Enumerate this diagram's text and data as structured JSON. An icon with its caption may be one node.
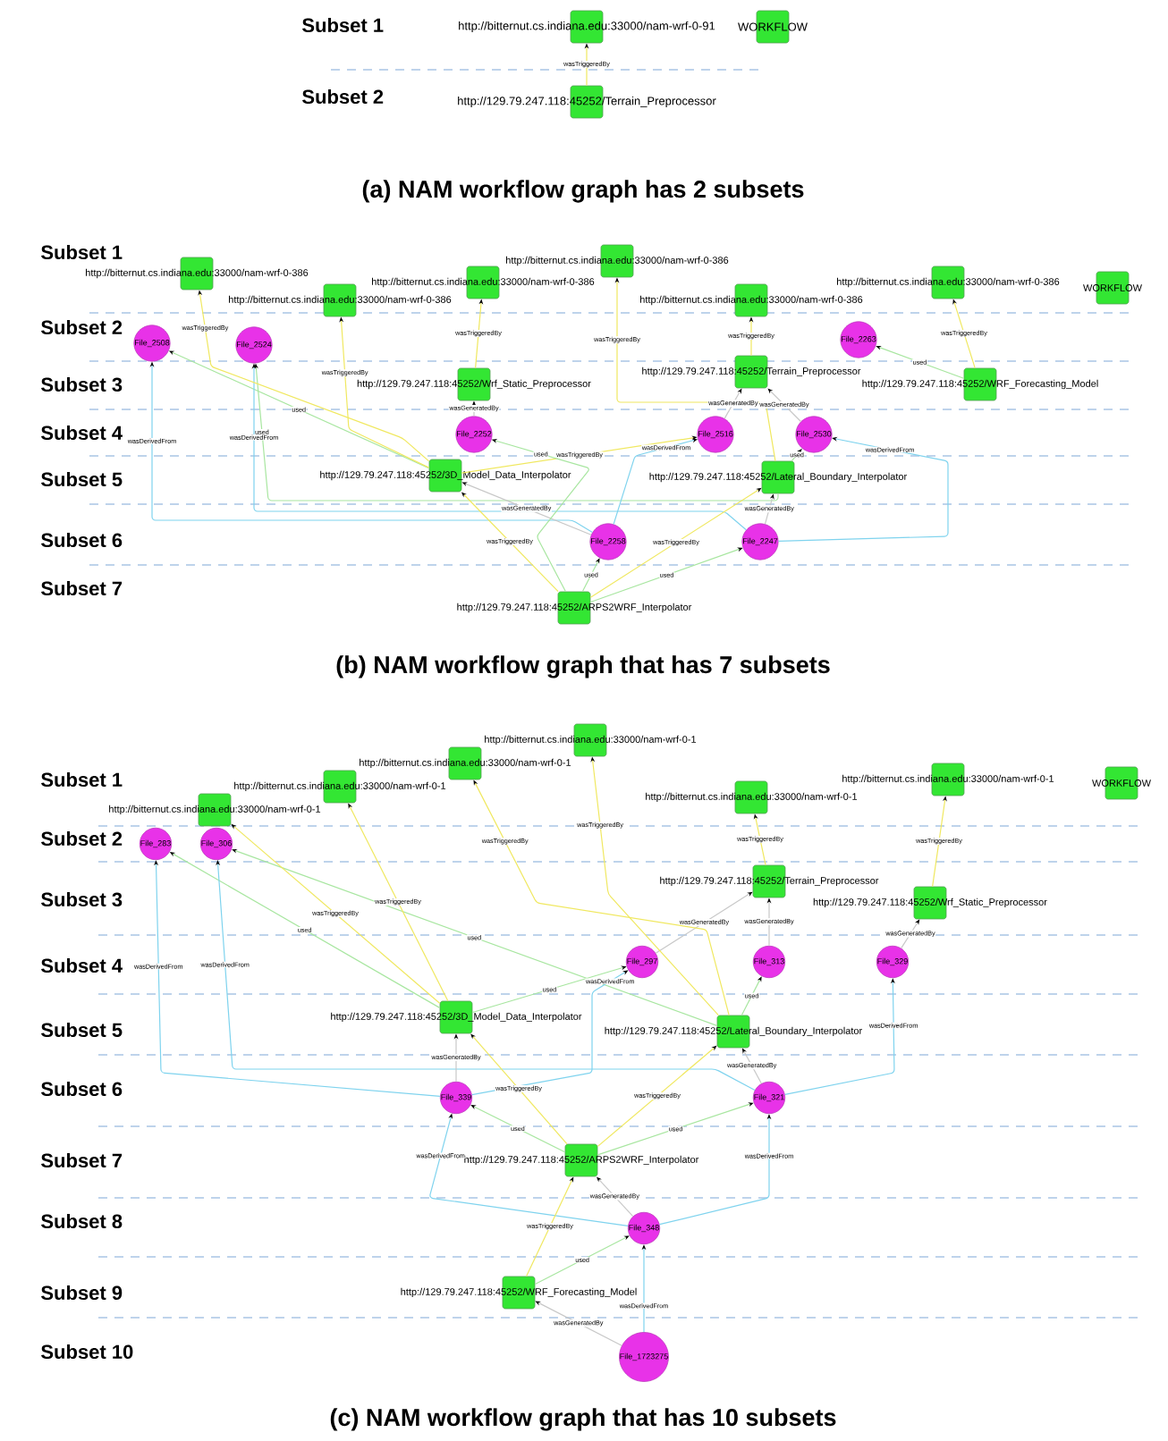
{
  "diagram": {
    "nodes": [
      {
        "text": [
          "http://bitternut.cs.indiana.edu:33000/nam-wrf-0-91"
        ]
      },
      {
        "text": [
          "WORKFLOW"
        ]
      },
      {
        "text": [
          "http://129.79.247.118:45252/Terrain_Preprocessor"
        ]
      },
      {
        "text": [
          "http://bitternut.cs.indiana.edu:33000/nam-wrf-0-386"
        ]
      },
      {
        "text": [
          "http://bitternut.cs.indiana.edu:33000/nam-wrf-0-386"
        ]
      },
      {
        "text": [
          "http://bitternut.cs.indiana.edu:33000/nam-wrf-0-386"
        ]
      },
      {
        "text": [
          "http://bitternut.cs.indiana.edu:33000/nam-wrf-0-386"
        ]
      },
      {
        "text": [
          "http://bitternut.cs.indiana.edu:33000/nam-wrf-0-386"
        ]
      },
      {
        "text": [
          "http://bitternut.cs.indiana.edu:33000/nam-wrf-0-386"
        ]
      },
      {
        "text": [
          "WORKFLOW"
        ]
      },
      {
        "text": [
          "File_2508"
        ]
      },
      {
        "text": [
          "File_2524"
        ]
      },
      {
        "text": [
          "File_2263"
        ]
      },
      {
        "text": [
          "http://129.79.247.118:45252/Wrf_Static_Preprocessor"
        ]
      },
      {
        "text": [
          "http://129.79.247.118:45252/Terrain_Preprocessor"
        ]
      },
      {
        "text": [
          "http://129.79.247.118:45252/WRF_Forecasting_Model"
        ]
      },
      {
        "text": [
          "File_2252"
        ]
      },
      {
        "text": [
          "File_2516"
        ]
      },
      {
        "text": [
          "File_2530"
        ]
      },
      {
        "text": [
          "http://129.79.247.118:45252/3D_Model_Data_Interpolator"
        ]
      },
      {
        "text": [
          "http://129.79.247.118:45252/Lateral_Boundary_Interpolator"
        ]
      },
      {
        "text": [
          "File_2258"
        ]
      },
      {
        "text": [
          "File_2247"
        ]
      },
      {
        "text": [
          "http://129.79.247.118:45252/ARPS2WRF_Interpolator"
        ]
      },
      {
        "text": [
          "http://bitternut.cs.indiana.edu:33000/nam-wrf-0-1"
        ]
      },
      {
        "text": [
          "http://bitternut.cs.indiana.edu:33000/nam-wrf-0-1"
        ]
      },
      {
        "text": [
          "http://bitternut.cs.indiana.edu:33000/nam-wrf-0-1"
        ]
      },
      {
        "text": [
          "http://bitternut.cs.indiana.edu:33000/nam-wrf-0-1"
        ]
      },
      {
        "text": [
          "http://bitternut.cs.indiana.edu:33000/nam-wrf-0-1"
        ]
      },
      {
        "text": [
          "http://bitternut.cs.indiana.edu:33000/nam-wrf-0-1"
        ]
      },
      {
        "text": [
          "WORKFLOW"
        ]
      },
      {
        "text": [
          "File_283"
        ]
      },
      {
        "text": [
          "File_306"
        ]
      },
      {
        "text": [
          "http://129.79.247.118:45252/Terrain_Preprocessor"
        ]
      },
      {
        "text": [
          "http://129.79.247.118:45252/Wrf_Static_Preprocessor"
        ]
      },
      {
        "text": [
          "File_297"
        ]
      },
      {
        "text": [
          "File_313"
        ]
      },
      {
        "text": [
          "File_329"
        ]
      },
      {
        "text": [
          "http://129.79.247.118:45252/3D_Model_Data_Interpolator"
        ]
      },
      {
        "text": [
          "http://129.79.247.118:45252/Lateral_Boundary_Interpolator"
        ]
      },
      {
        "text": [
          "File_339"
        ]
      },
      {
        "text": [
          "File_321"
        ]
      },
      {
        "text": [
          "http://129.79.247.118:45252/ARPS2WRF_Interpolator"
        ]
      },
      {
        "text": [
          "File_348"
        ]
      },
      {
        "text": [
          "http://129.79.247.118:45252/WRF_Forecasting_Model"
        ]
      },
      {
        "text": [
          "File_1723275"
        ]
      }
    ],
    "edges": [
      {
        "from": 2,
        "to": 0,
        "arrow": "to",
        "label": "wasTriggeredBy",
        "color": "#f0e860"
      },
      {
        "from": 13,
        "to": 6,
        "arrow": "to",
        "label": "wasTriggeredBy",
        "color": "#f0e860"
      },
      {
        "from": 14,
        "to": 7,
        "arrow": "to",
        "label": "wasTriggeredBy",
        "color": "#f0e860"
      },
      {
        "from": 15,
        "to": 8,
        "arrow": "to",
        "label": "wasTriggeredBy",
        "color": "#f0e860"
      },
      {
        "from": 15,
        "to": 12,
        "arrow": "to",
        "label": "used",
        "color": "#a8e6a0"
      },
      {
        "from": 19,
        "to": 10,
        "arrow": "to",
        "label": "used",
        "color": "#a8e6a0"
      },
      {
        "from": 20,
        "to": 11,
        "arrow": "to",
        "label": "used",
        "color": "#a8e6a0"
      },
      {
        "from": 21,
        "to": 10,
        "arrow": "to",
        "label": "wasDerivedFrom",
        "color": "#7fd3ee"
      },
      {
        "from": 22,
        "to": 11,
        "arrow": "to",
        "label": "wasDerivedFrom",
        "color": "#7fd3ee"
      },
      {
        "from": 19,
        "to": 3,
        "arrow": "to",
        "label": "wasTriggeredBy",
        "color": "#f0e860"
      },
      {
        "from": 19,
        "to": 4,
        "arrow": "to",
        "label": "wasTriggeredBy",
        "color": "#f0e860"
      },
      {
        "from": 20,
        "to": 5,
        "arrow": "to",
        "label": "wasTriggeredBy",
        "color": "#f0e860"
      },
      {
        "from": 16,
        "to": 13,
        "arrow": "to",
        "label": "wasGeneratedBy",
        "color": "#c8c8c8"
      },
      {
        "from": 17,
        "to": 14,
        "arrow": "to",
        "label": "wasGeneratedBy",
        "color": "#c8c8c8"
      },
      {
        "from": 18,
        "to": 14,
        "arrow": "to",
        "label": "wasGeneratedBy",
        "color": "#c8c8c8"
      },
      {
        "from": 19,
        "to": 17,
        "arrow": "to",
        "label": "wasTriggeredBy",
        "color": "#f0e860"
      },
      {
        "from": 20,
        "to": 18,
        "arrow": "to",
        "label": "used",
        "color": "#a8e6a0"
      },
      {
        "from": 21,
        "to": 19,
        "arrow": "to",
        "label": "wasGeneratedBy",
        "color": "#c8c8c8"
      },
      {
        "from": 22,
        "to": 20,
        "arrow": "to",
        "label": "wasGeneratedBy",
        "color": "#c8c8c8"
      },
      {
        "from": 21,
        "to": 17,
        "arrow": "to",
        "label": "wasDerivedFrom",
        "color": "#7fd3ee"
      },
      {
        "from": 22,
        "to": 18,
        "arrow": "to",
        "label": "wasDerivedFrom",
        "color": "#7fd3ee"
      },
      {
        "from": 23,
        "to": 21,
        "arrow": "to",
        "label": "used",
        "color": "#a8e6a0"
      },
      {
        "from": 23,
        "to": 22,
        "arrow": "to",
        "label": "used",
        "color": "#a8e6a0"
      },
      {
        "from": 23,
        "to": 19,
        "arrow": "to",
        "label": "wasTriggeredBy",
        "color": "#f0e860"
      },
      {
        "from": 23,
        "to": 20,
        "arrow": "to",
        "label": "wasTriggeredBy",
        "color": "#f0e860"
      },
      {
        "from": 23,
        "to": 16,
        "arrow": "to",
        "label": "used",
        "color": "#a8e6a0"
      },
      {
        "from": 33,
        "to": 28,
        "arrow": "to",
        "label": "wasTriggeredBy",
        "color": "#f0e860"
      },
      {
        "from": 34,
        "to": 29,
        "arrow": "to",
        "label": "wasTriggeredBy",
        "color": "#f0e860"
      },
      {
        "from": 35,
        "to": 33,
        "arrow": "to",
        "label": "wasGeneratedBy",
        "color": "#c8c8c8"
      },
      {
        "from": 36,
        "to": 33,
        "arrow": "to",
        "label": "wasGeneratedBy",
        "color": "#c8c8c8"
      },
      {
        "from": 37,
        "to": 34,
        "arrow": "to",
        "label": "wasGeneratedBy",
        "color": "#c8c8c8"
      },
      {
        "from": 38,
        "to": 31,
        "arrow": "to",
        "label": "used",
        "color": "#a8e6a0"
      },
      {
        "from": 39,
        "to": 32,
        "arrow": "to",
        "label": "used",
        "color": "#a8e6a0"
      },
      {
        "from": 40,
        "to": 31,
        "arrow": "to",
        "label": "wasDerivedFrom",
        "color": "#7fd3ee"
      },
      {
        "from": 41,
        "to": 32,
        "arrow": "to",
        "label": "wasDerivedFrom",
        "color": "#7fd3ee"
      },
      {
        "from": 38,
        "to": 27,
        "arrow": "to",
        "label": "wasTriggeredBy",
        "color": "#f0e860"
      },
      {
        "from": 38,
        "to": 26,
        "arrow": "to",
        "label": "wasTriggeredBy",
        "color": "#f0e860"
      },
      {
        "from": 39,
        "to": 25,
        "arrow": "to",
        "label": "wasTriggeredBy",
        "color": "#f0e860"
      },
      {
        "from": 39,
        "to": 24,
        "arrow": "to",
        "label": "wasTriggeredBy",
        "color": "#f0e860"
      },
      {
        "from": 38,
        "to": 35,
        "arrow": "to",
        "label": "used",
        "color": "#a8e6a0"
      },
      {
        "from": 39,
        "to": 36,
        "arrow": "to",
        "label": "used",
        "color": "#a8e6a0"
      },
      {
        "from": 40,
        "to": 38,
        "arrow": "to",
        "label": "wasGeneratedBy",
        "color": "#c8c8c8"
      },
      {
        "from": 41,
        "to": 39,
        "arrow": "to",
        "label": "wasGeneratedBy",
        "color": "#c8c8c8"
      },
      {
        "from": 40,
        "to": 35,
        "arrow": "to",
        "label": "wasDerivedFrom",
        "color": "#7fd3ee"
      },
      {
        "from": 41,
        "to": 37,
        "arrow": "to",
        "label": "wasDerivedFrom",
        "color": "#7fd3ee"
      },
      {
        "from": 42,
        "to": 40,
        "arrow": "to",
        "label": "used",
        "color": "#a8e6a0"
      },
      {
        "from": 42,
        "to": 41,
        "arrow": "to",
        "label": "used",
        "color": "#a8e6a0"
      },
      {
        "from": 42,
        "to": 38,
        "arrow": "to",
        "label": "wasTriggeredBy",
        "color": "#f0e860"
      },
      {
        "from": 42,
        "to": 39,
        "arrow": "to",
        "label": "wasTriggeredBy",
        "color": "#f0e860"
      },
      {
        "from": 43,
        "to": 42,
        "arrow": "to",
        "label": "wasGeneratedBy",
        "color": "#c8c8c8"
      },
      {
        "from": 43,
        "to": 40,
        "arrow": "to",
        "label": "wasDerivedFrom",
        "color": "#7fd3ee"
      },
      {
        "from": 43,
        "to": 41,
        "arrow": "to",
        "label": "wasDerivedFrom",
        "color": "#7fd3ee"
      },
      {
        "from": 44,
        "to": 43,
        "arrow": "to",
        "label": "used",
        "color": "#a8e6a0"
      },
      {
        "from": 44,
        "to": 42,
        "arrow": "to",
        "label": "wasTriggeredBy",
        "color": "#f0e860"
      },
      {
        "from": 45,
        "to": 44,
        "arrow": "to",
        "label": "wasGeneratedBy",
        "color": "#c8c8c8"
      },
      {
        "from": 45,
        "to": 43,
        "arrow": "to",
        "label": "wasDerivedFrom",
        "color": "#7fd3ee"
      }
    ],
    "labels": [
      "Subset 1",
      "Subset 2",
      "(a) NAM workflow graph has 2 subsets",
      "Subset 1",
      "Subset 2",
      "Subset 3",
      "Subset 4",
      "Subset 5",
      "Subset 6",
      "Subset 7",
      "(b) NAM workflow graph that has 7 subsets",
      "Subset 1",
      "Subset 2",
      "Subset 3",
      "Subset 4",
      "Subset 5",
      "Subset 6",
      "Subset 7",
      "Subset 8",
      "Subset 9",
      "Subset 10",
      "(c) NAM workflow graph that has 10 subsets"
    ]
  }
}
